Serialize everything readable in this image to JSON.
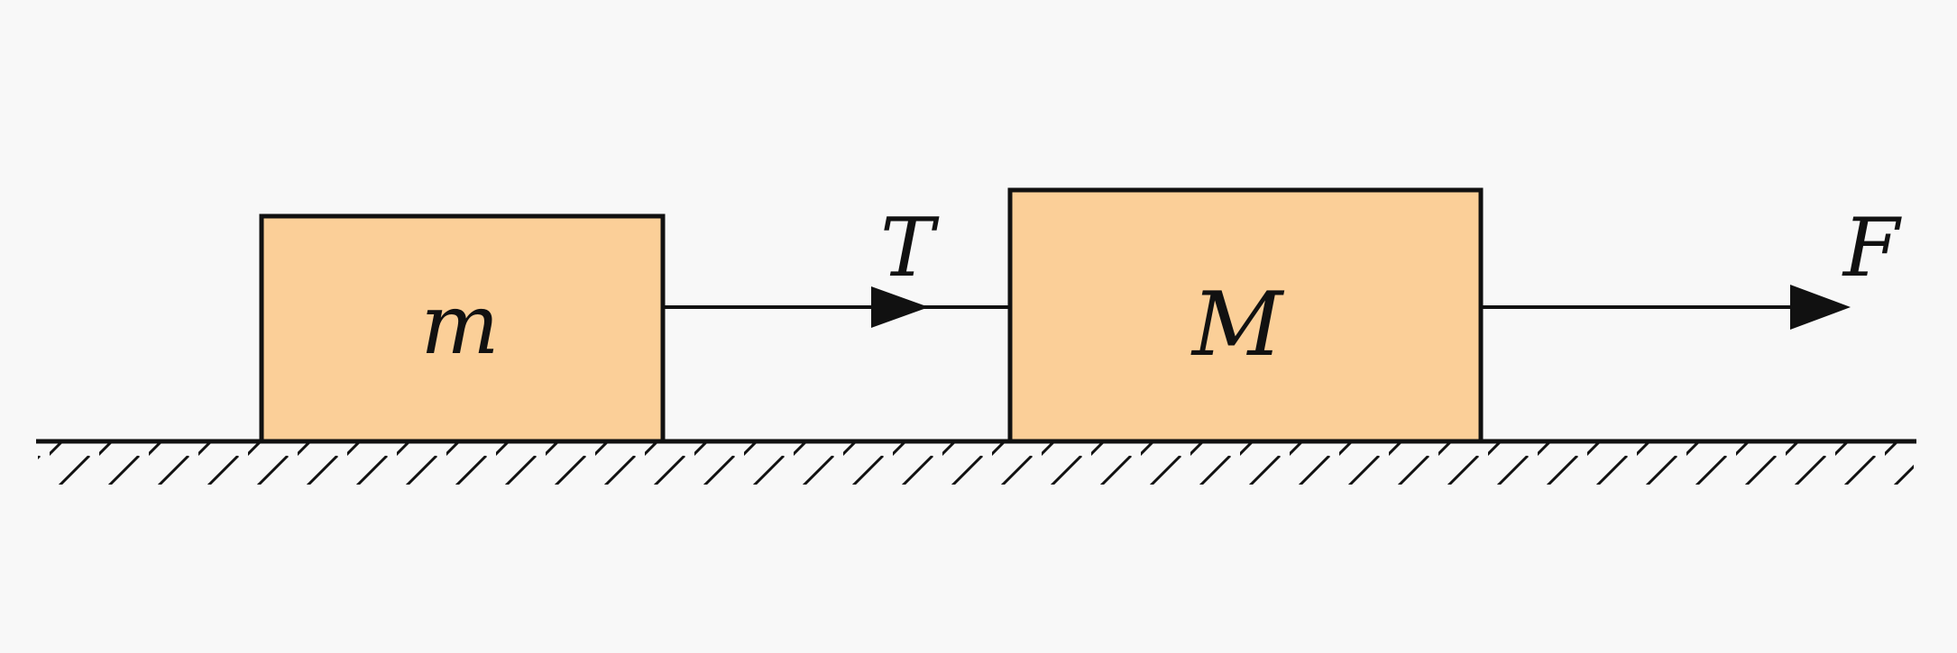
{
  "labels": {
    "small_block": "m",
    "large_block": "M",
    "tension": "T",
    "applied_force": "F"
  },
  "colors": {
    "background": "#f8f8f8",
    "block_fill": "#fbcf98",
    "stroke": "#111111"
  }
}
